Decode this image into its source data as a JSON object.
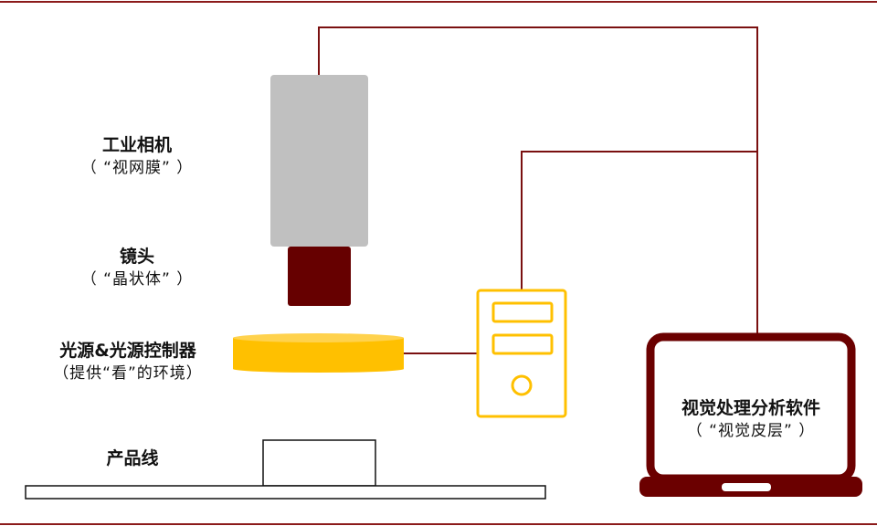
{
  "colors": {
    "rule": "#8b1a1a",
    "wire": "#7a1010",
    "camera_body": "#c0c0c0",
    "lens": "#660000",
    "light": "#ffc000",
    "pc_outline": "#ffc000",
    "laptop": "#6b0000",
    "line_stroke": "#111111"
  },
  "labels": {
    "camera": {
      "title": "工业相机",
      "sub": "（ “视网膜” ）"
    },
    "lens": {
      "title": "镜头",
      "sub": "（ “晶状体” ）"
    },
    "light": {
      "title": "光源&光源控制器",
      "sub": "（提供“看”的环境）"
    },
    "line": {
      "title": "产品线"
    },
    "software": {
      "title": "视觉处理分析软件",
      "sub": "（ “视觉皮层” ）"
    }
  },
  "icons": [
    "camera-body",
    "lens-icon",
    "light-source",
    "pc-tower-icon",
    "laptop-icon",
    "product-box",
    "conveyor-belt"
  ]
}
